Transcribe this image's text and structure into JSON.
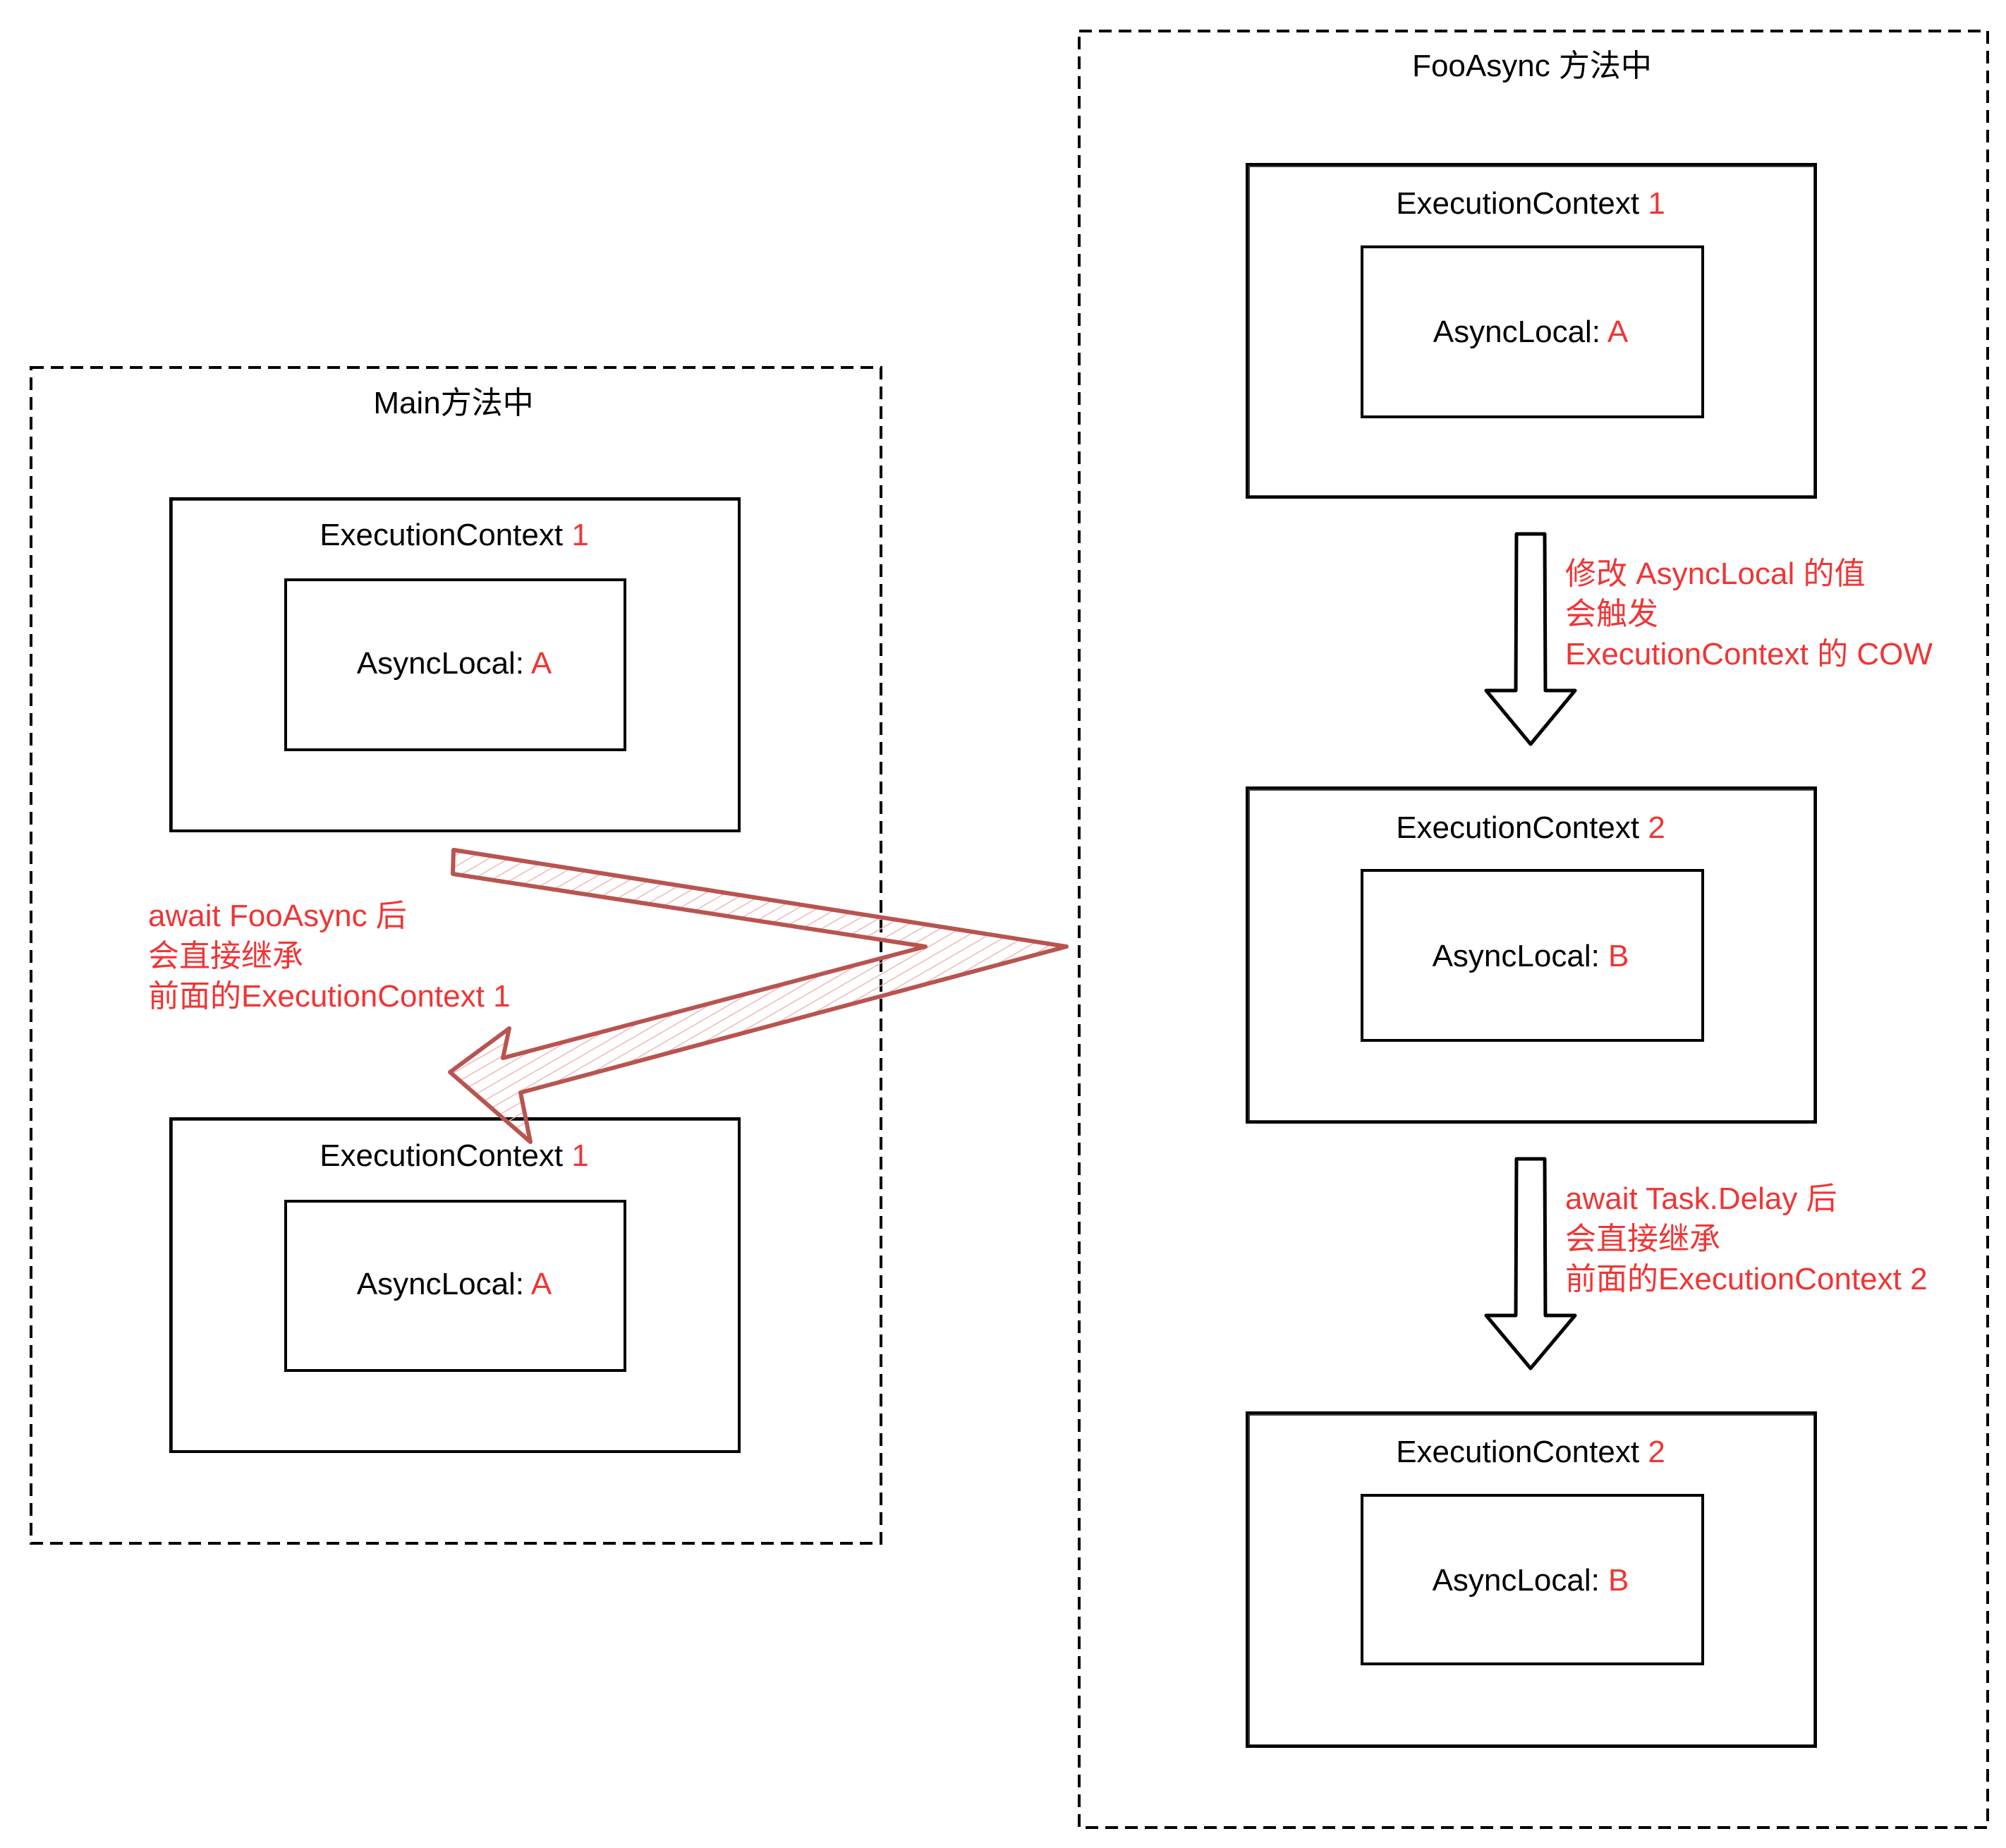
{
  "colors": {
    "ink": "#000000",
    "accent_red": "#f03535",
    "arrow_stroke": "#b85450",
    "arrow_hatch": "#f0b8b8"
  },
  "main_group": {
    "title": "Main方法中",
    "contexts": [
      {
        "label": "ExecutionContext",
        "id": "1",
        "async_local_label": "AsyncLocal:",
        "async_local_value": "A"
      },
      {
        "label": "ExecutionContext",
        "id": "1",
        "async_local_label": "AsyncLocal:",
        "async_local_value": "A"
      }
    ],
    "return_note": [
      "await FooAsync 后",
      "会直接继承",
      "前面的ExecutionContext 1"
    ]
  },
  "foo_group": {
    "title": "FooAsync 方法中",
    "contexts": [
      {
        "label": "ExecutionContext",
        "id": "1",
        "async_local_label": "AsyncLocal:",
        "async_local_value": "A"
      },
      {
        "label": "ExecutionContext",
        "id": "2",
        "async_local_label": "AsyncLocal:",
        "async_local_value": "B"
      },
      {
        "label": "ExecutionContext",
        "id": "2",
        "async_local_label": "AsyncLocal:",
        "async_local_value": "B"
      }
    ],
    "notes": [
      [
        "修改 AsyncLocal 的值",
        "会触发",
        "ExecutionContext 的 COW"
      ],
      [
        "await Task.Delay 后",
        "会直接继承",
        "前面的ExecutionContext 2"
      ]
    ]
  }
}
